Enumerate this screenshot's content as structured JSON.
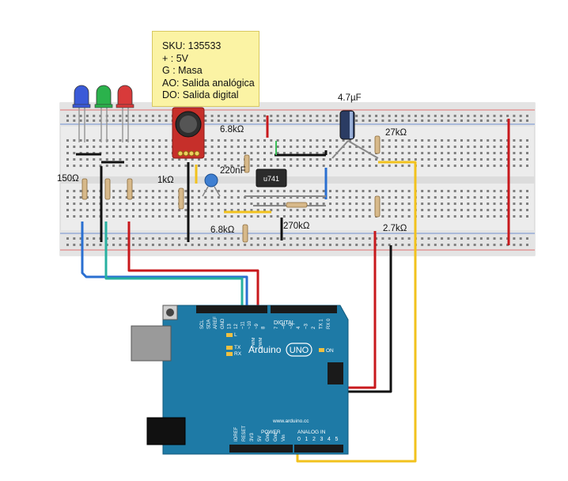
{
  "sensor_note": {
    "sku": "SKU: 135533",
    "plus": "+   : 5V",
    "ground": "G   : Masa",
    "ao": "AO: Salida analógica",
    "do": "DO: Salida digital"
  },
  "components": {
    "capacitor_electrolytic": "4.7µF",
    "capacitor_ceramic": "220nF",
    "resistor_led": "150Ω",
    "resistor_1k": "1kΩ",
    "resistor_6k8_top": "6.8kΩ",
    "resistor_6k8_bottom": "6.8kΩ",
    "resistor_27k": "27kΩ",
    "resistor_270k": "270kΩ",
    "resistor_2k7": "2.7kΩ",
    "opamp": "u741"
  },
  "leds": [
    {
      "color": "#3a5ad8"
    },
    {
      "color": "#2bb24c"
    },
    {
      "color": "#d83a3a"
    }
  ],
  "arduino": {
    "brand": "Arduino",
    "model": "UNO",
    "url": "www.arduino.cc",
    "digital_label": "DIGITAL",
    "analog_label": "ANALOG IN",
    "power_label": "POWER",
    "on_label": "ON",
    "l_label": "L",
    "tx_label": "TX",
    "rx_label": "RX",
    "top_pins_left": [
      "SCL",
      "SDA",
      "AREF",
      "GND",
      "13",
      "12",
      "~11",
      "~10",
      "~9",
      "8"
    ],
    "top_pins_right": [
      "7",
      "~6",
      "~5",
      "4",
      "~3",
      "2",
      "TX 1",
      "RX 0"
    ],
    "pwm_label": "PWM",
    "power_pins": [
      "IOREF",
      "RESET",
      "3V3",
      "5V",
      "Gnd",
      "Gnd",
      "Vin"
    ],
    "analog_pins": [
      "0",
      "1",
      "2",
      "3",
      "4",
      "5"
    ]
  },
  "colors": {
    "board": "#1e7aa6",
    "breadboard": "#ececec",
    "wire_blue": "#2a6fd1",
    "wire_teal": "#27b0a0",
    "wire_red": "#c8181c",
    "wire_black": "#111111",
    "wire_yellow": "#f2c21d"
  }
}
